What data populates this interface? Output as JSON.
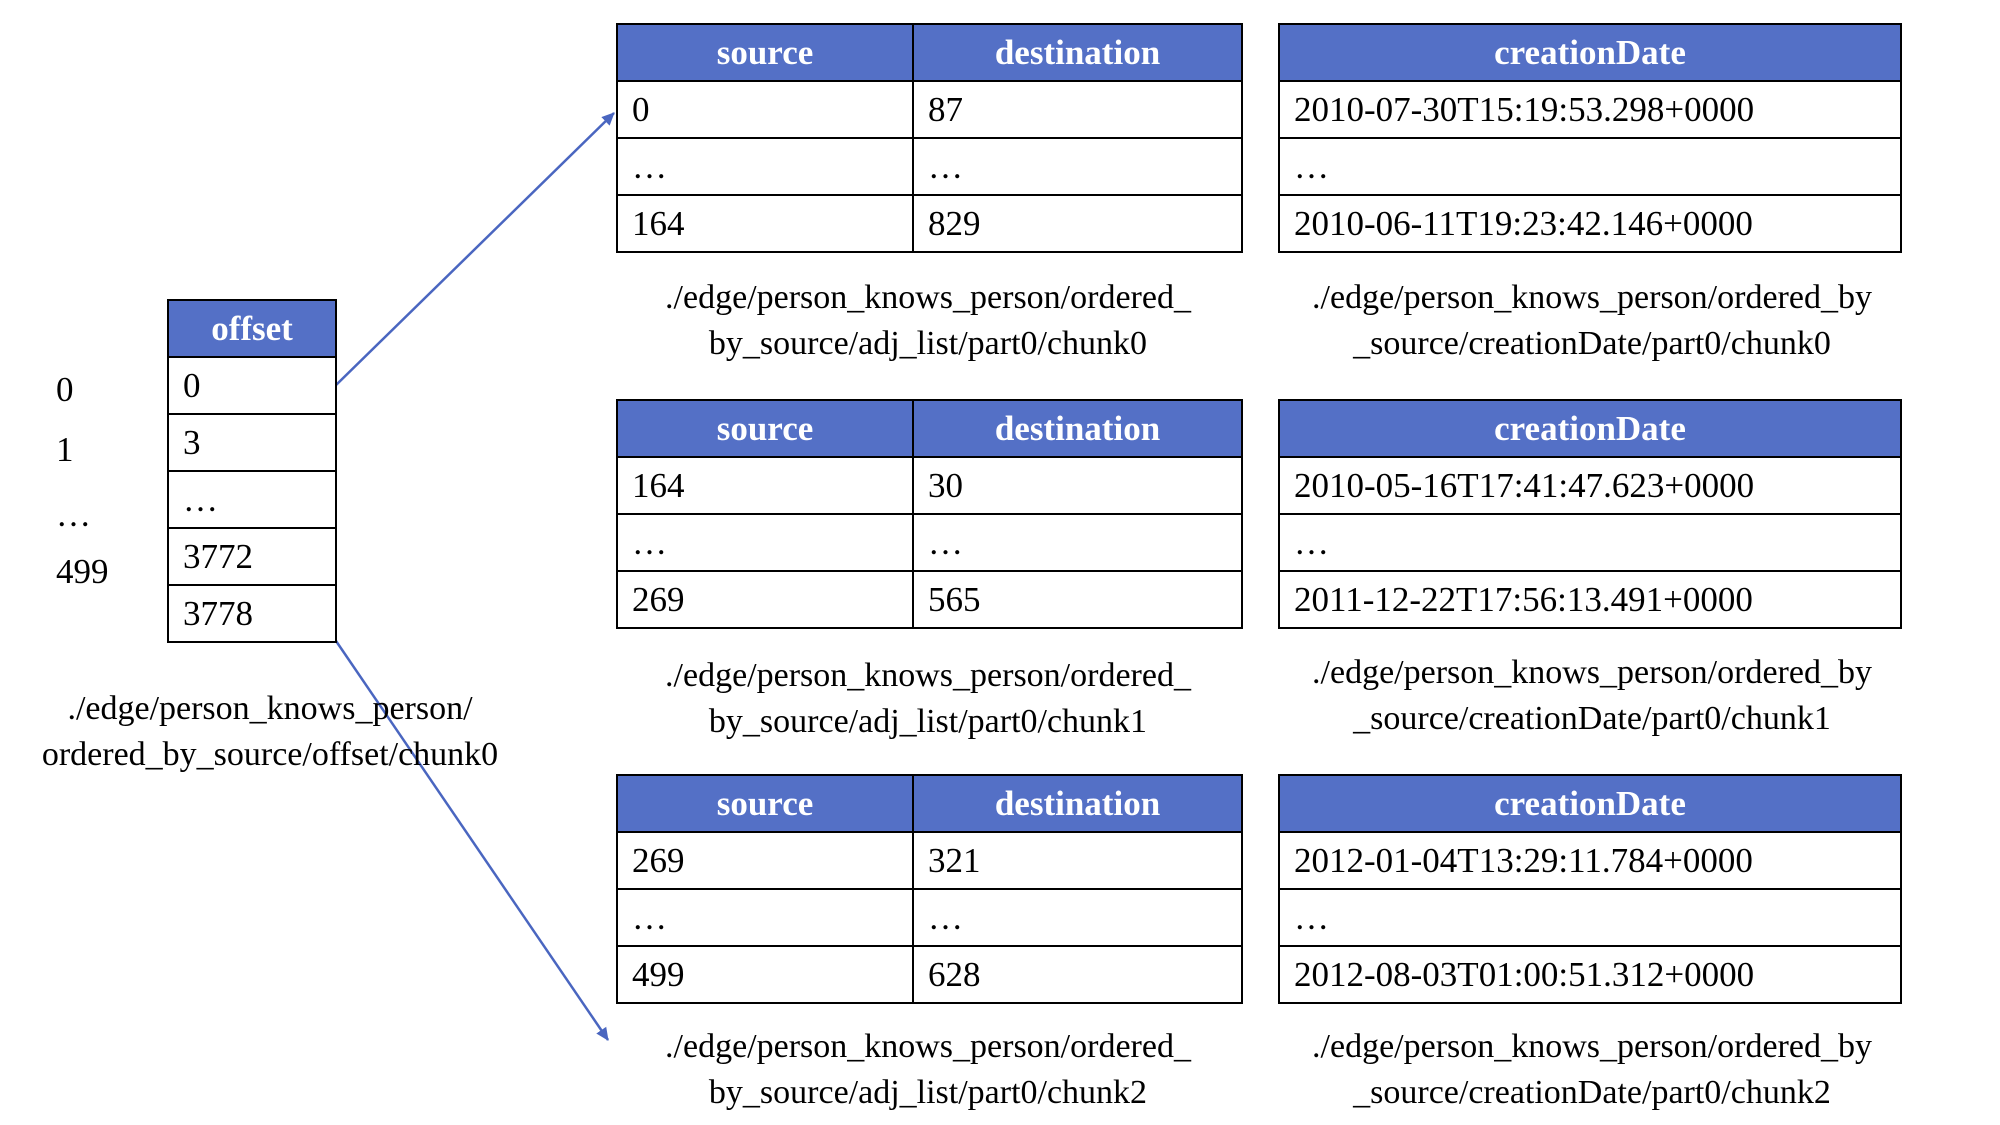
{
  "colors": {
    "header_fill": "#5470C6",
    "header_text": "#ffffff",
    "arrow": "#4A66C0"
  },
  "offset_table": {
    "header": "offset",
    "row_indices": [
      "0",
      "1",
      "…",
      "499"
    ],
    "values": [
      "0",
      "3",
      "…",
      "3772",
      "3778"
    ],
    "caption_line1": "./edge/person_knows_person/",
    "caption_line2": "ordered_by_source/offset/chunk0"
  },
  "adj_chunks": [
    {
      "headers": [
        "source",
        "destination"
      ],
      "rows": [
        [
          "0",
          "87"
        ],
        [
          "…",
          "…"
        ],
        [
          "164",
          "829"
        ]
      ],
      "caption_line1": "./edge/person_knows_person/ordered_",
      "caption_line2": "by_source/adj_list/part0/chunk0"
    },
    {
      "headers": [
        "source",
        "destination"
      ],
      "rows": [
        [
          "164",
          "30"
        ],
        [
          "…",
          "…"
        ],
        [
          "269",
          "565"
        ]
      ],
      "caption_line1": "./edge/person_knows_person/ordered_",
      "caption_line2": "by_source/adj_list/part0/chunk1"
    },
    {
      "headers": [
        "source",
        "destination"
      ],
      "rows": [
        [
          "269",
          "321"
        ],
        [
          "…",
          "…"
        ],
        [
          "499",
          "628"
        ]
      ],
      "caption_line1": "./edge/person_knows_person/ordered_",
      "caption_line2": "by_source/adj_list/part0/chunk2"
    }
  ],
  "date_chunks": [
    {
      "header": "creationDate",
      "rows": [
        "2010-07-30T15:19:53.298+0000",
        "…",
        "2010-06-11T19:23:42.146+0000"
      ],
      "caption_line1": "./edge/person_knows_person/ordered_by",
      "caption_line2": "_source/creationDate/part0/chunk0"
    },
    {
      "header": "creationDate",
      "rows": [
        "2010-05-16T17:41:47.623+0000",
        "…",
        "2011-12-22T17:56:13.491+0000"
      ],
      "caption_line1": "./edge/person_knows_person/ordered_by",
      "caption_line2": "_source/creationDate/part0/chunk1"
    },
    {
      "header": "creationDate",
      "rows": [
        "2012-01-04T13:29:11.784+0000",
        "…",
        "2012-08-03T01:00:51.312+0000"
      ],
      "caption_line1": "./edge/person_knows_person/ordered_by",
      "caption_line2": "_source/creationDate/part0/chunk2"
    }
  ]
}
